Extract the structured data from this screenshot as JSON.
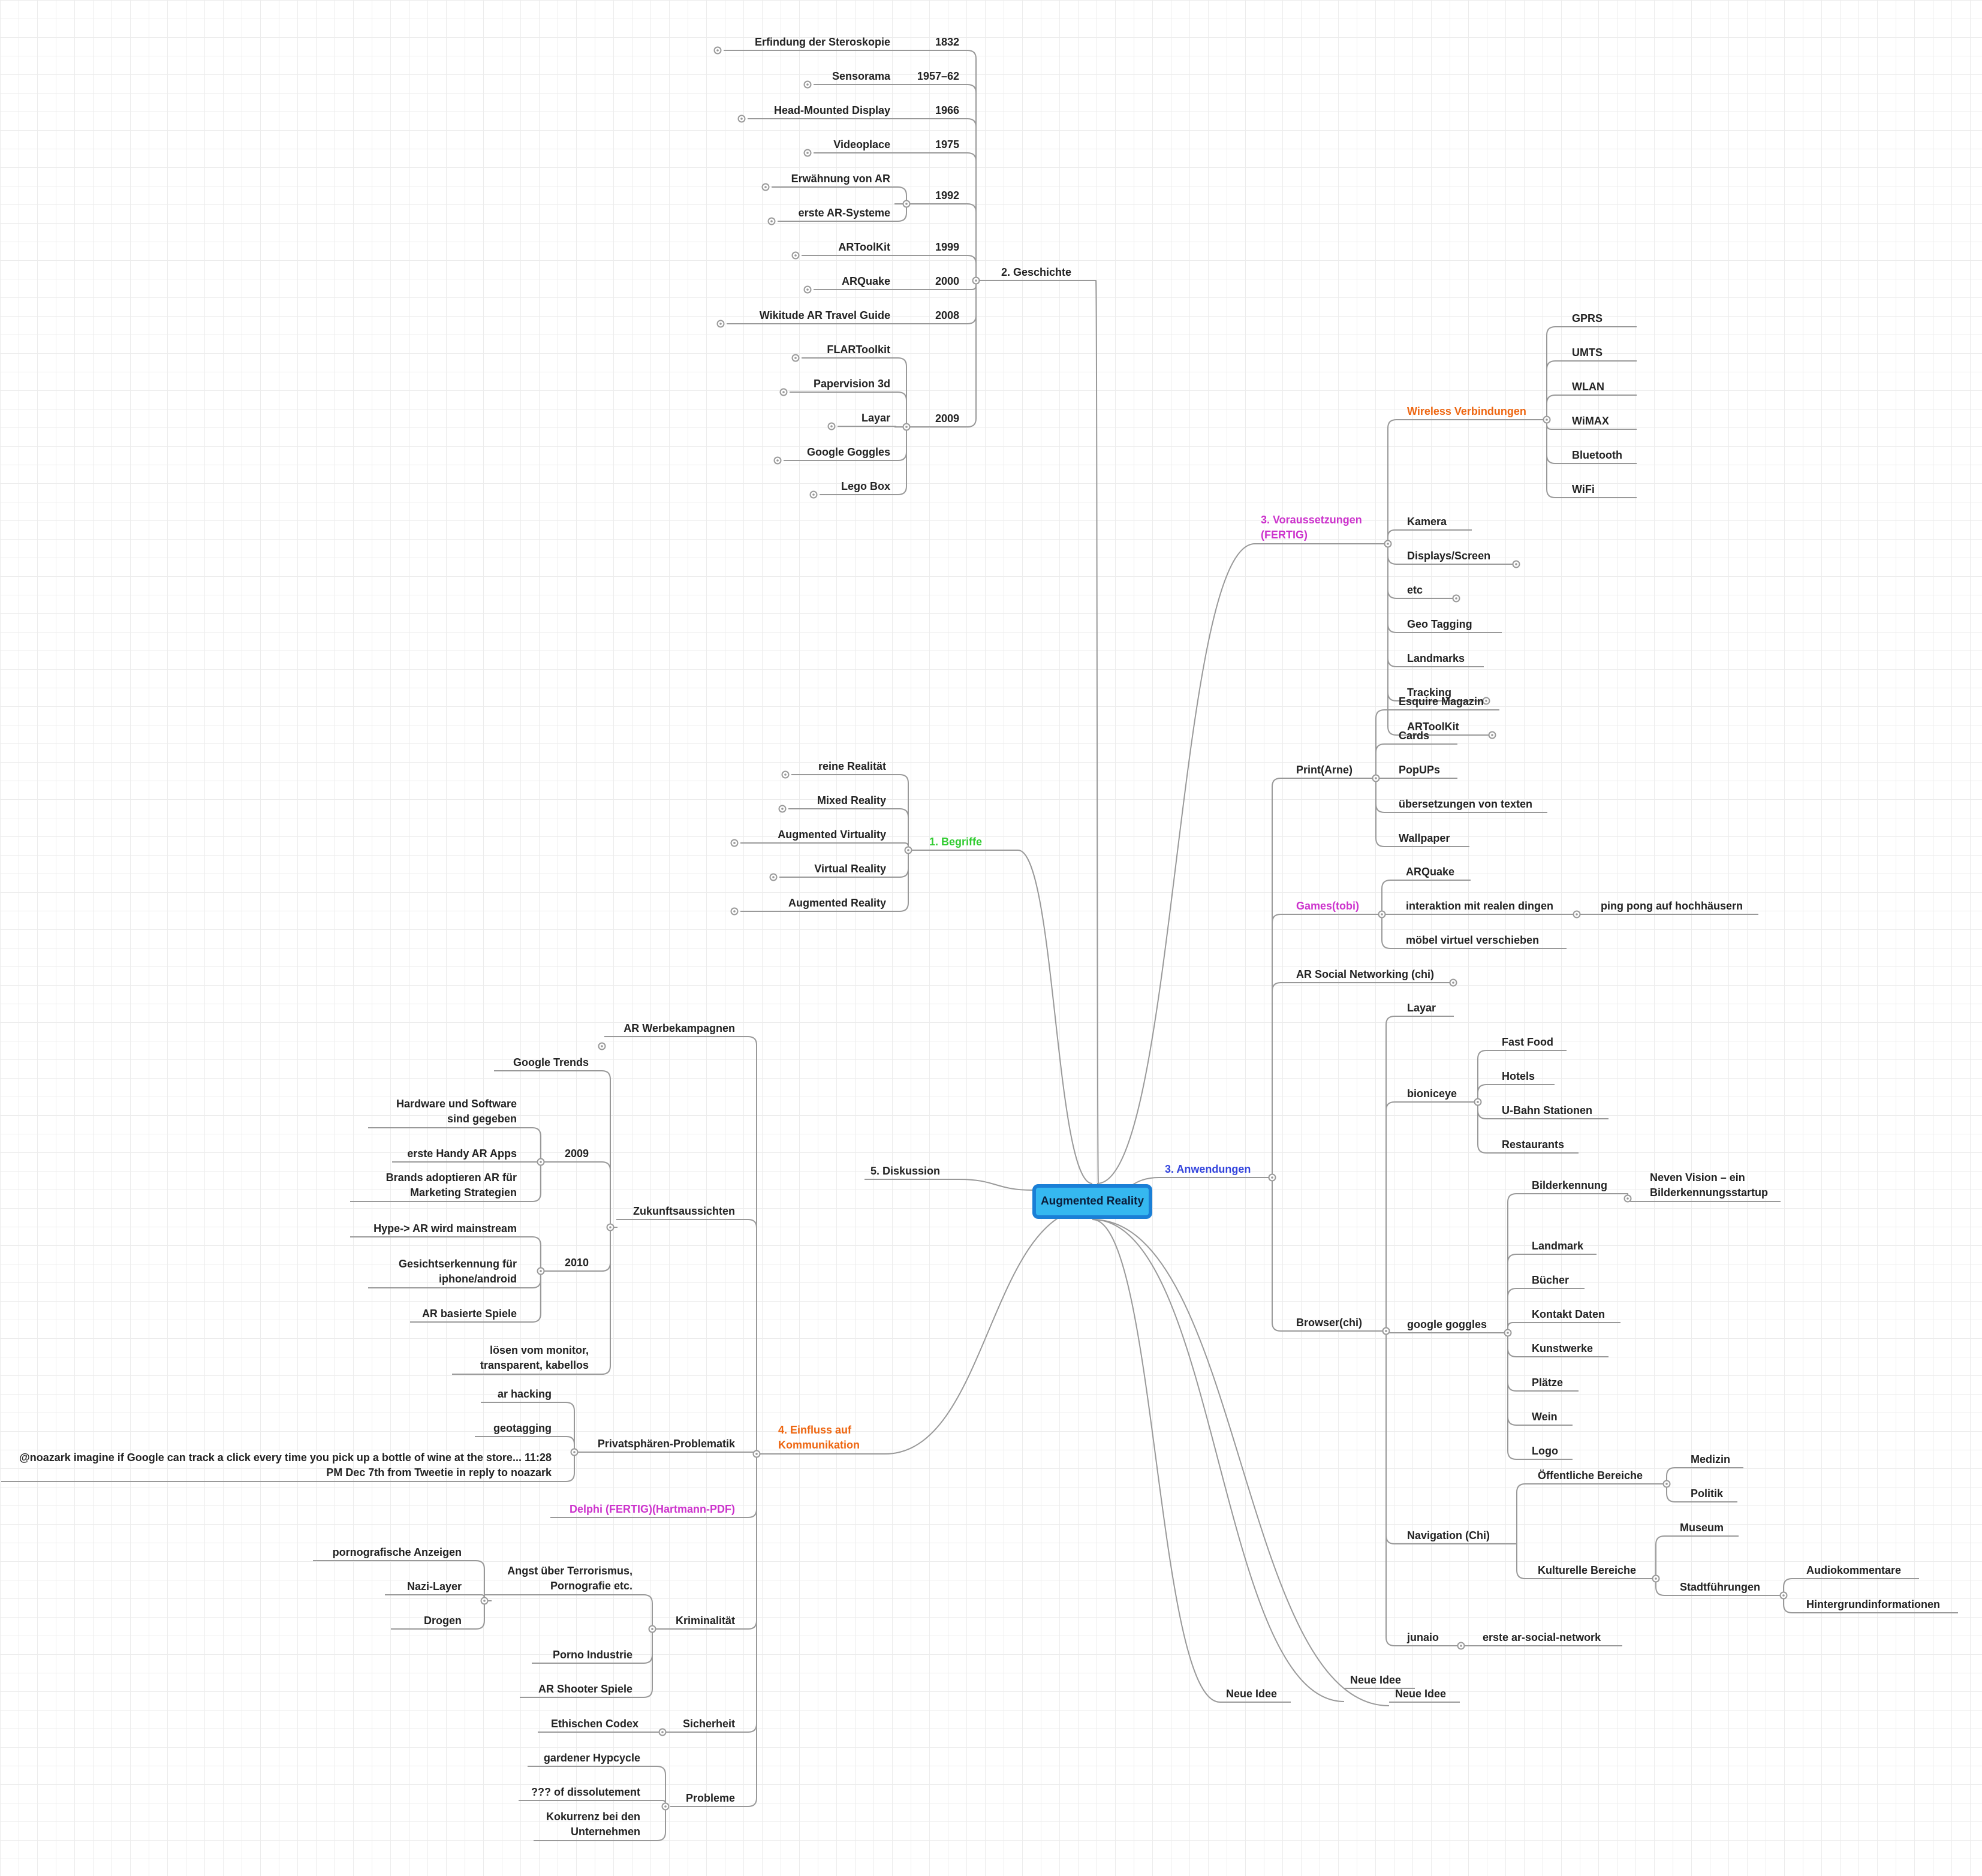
{
  "root": {
    "label": "Augmented Reality"
  },
  "colors": {
    "line": "#999999",
    "text": "#222222",
    "green": "#33cc33",
    "magenta": "#cc33cc",
    "blue": "#3344dd",
    "orange": "#ee6611",
    "root_fill": "#35b8f0",
    "root_border": "#1a7fd6"
  },
  "topics": [
    {
      "label": "1. Begriffe",
      "color": "green",
      "children": [
        {
          "label": "reine Realität"
        },
        {
          "label": "Mixed Reality"
        },
        {
          "label": "Augmented Virtuality"
        },
        {
          "label": "Virtual Reality"
        },
        {
          "label": "Augmented Reality"
        }
      ]
    },
    {
      "label": "2. Geschichte",
      "children": [
        {
          "label": "1832",
          "children": [
            {
              "label": "Erfindung der Steroskopie"
            }
          ]
        },
        {
          "label": "1957–62",
          "children": [
            {
              "label": "Sensorama"
            }
          ]
        },
        {
          "label": "1966",
          "children": [
            {
              "label": "Head-Mounted Display"
            }
          ]
        },
        {
          "label": "1975",
          "children": [
            {
              "label": "Videoplace"
            }
          ]
        },
        {
          "label": "1992",
          "children": [
            {
              "label": "Erwähnung von AR"
            },
            {
              "label": "erste AR-Systeme"
            }
          ]
        },
        {
          "label": "1999",
          "children": [
            {
              "label": "ARToolKit"
            }
          ]
        },
        {
          "label": "2000",
          "children": [
            {
              "label": "ARQuake"
            }
          ]
        },
        {
          "label": "2008",
          "children": [
            {
              "label": "Wikitude AR Travel Guide"
            }
          ]
        },
        {
          "label": "2009",
          "children": [
            {
              "label": "FLARToolkit"
            },
            {
              "label": "Papervision 3d"
            },
            {
              "label": "Layar"
            },
            {
              "label": "Google Goggles"
            },
            {
              "label": "Lego Box"
            }
          ]
        }
      ]
    },
    {
      "label": "3. Voraussetzungen (FERTIG)",
      "color": "magenta",
      "children": [
        {
          "label": "Wireless Verbindungen",
          "color": "orange",
          "children": [
            {
              "label": "GPRS"
            },
            {
              "label": "UMTS"
            },
            {
              "label": "WLAN"
            },
            {
              "label": "WiMAX"
            },
            {
              "label": "Bluetooth"
            },
            {
              "label": "WiFi"
            }
          ]
        },
        {
          "label": "Kamera"
        },
        {
          "label": "Displays/Screen"
        },
        {
          "label": "etc"
        },
        {
          "label": "Geo Tagging"
        },
        {
          "label": "Landmarks"
        },
        {
          "label": "Tracking"
        },
        {
          "label": "ARToolKit"
        }
      ]
    },
    {
      "label": "3. Anwendungen",
      "color": "blue",
      "children": [
        {
          "label": "Print(Arne)",
          "children": [
            {
              "label": "Esquire Magazin"
            },
            {
              "label": "Cards"
            },
            {
              "label": "PopUPs"
            },
            {
              "label": "übersetzungen von texten"
            },
            {
              "label": "Wallpaper"
            }
          ]
        },
        {
          "label": "Games(tobi)",
          "color": "magenta",
          "children": [
            {
              "label": "ARQuake"
            },
            {
              "label": "interaktion mit realen dingen",
              "children": [
                {
                  "label": "ping pong auf hochhäusern"
                }
              ]
            },
            {
              "label": "möbel virtuel verschieben"
            }
          ]
        },
        {
          "label": "AR Social Networking (chi)"
        },
        {
          "label": "Browser(chi)",
          "children": [
            {
              "label": "Layar"
            },
            {
              "label": "bioniceye",
              "children": [
                {
                  "label": "Fast Food"
                },
                {
                  "label": "Hotels"
                },
                {
                  "label": "U-Bahn Stationen"
                },
                {
                  "label": "Restaurants"
                }
              ]
            },
            {
              "label": "google goggles",
              "children": [
                {
                  "label": "Bilderkennung",
                  "children": [
                    {
                      "label": "Neven Vision – ein Bilderkennungsstartup"
                    }
                  ]
                },
                {
                  "label": "Landmark"
                },
                {
                  "label": "Bücher"
                },
                {
                  "label": "Kontakt Daten"
                },
                {
                  "label": "Kunstwerke"
                },
                {
                  "label": "Plätze"
                },
                {
                  "label": "Wein"
                },
                {
                  "label": "Logo"
                }
              ]
            },
            {
              "label": "Navigation (Chi)",
              "children": [
                {
                  "label": "Öffentliche Bereiche",
                  "children": [
                    {
                      "label": "Medizin"
                    },
                    {
                      "label": "Politik"
                    }
                  ]
                },
                {
                  "label": "Kulturelle Bereiche",
                  "children": [
                    {
                      "label": "Museum"
                    },
                    {
                      "label": "Stadtführungen",
                      "children": [
                        {
                          "label": "Audiokommentare"
                        },
                        {
                          "label": "Hintergrundinformationen"
                        }
                      ]
                    }
                  ]
                }
              ]
            },
            {
              "label": "junaio",
              "children": [
                {
                  "label": "erste ar-social-network"
                }
              ]
            }
          ]
        }
      ]
    },
    {
      "label": "4. Einfluss auf Kommunikation",
      "color": "orange",
      "children": [
        {
          "label": "AR Werbekampagnen"
        },
        {
          "label": "Zukunftsaussichten",
          "children": [
            {
              "label": "Google Trends"
            },
            {
              "label": "2009",
              "children": [
                {
                  "label": "Hardware und Software sind gegeben"
                },
                {
                  "label": "erste Handy AR Apps"
                },
                {
                  "label": "Brands adoptieren AR für Marketing Strategien"
                }
              ]
            },
            {
              "label": "2010",
              "children": [
                {
                  "label": "Hype-> AR wird mainstream"
                },
                {
                  "label": "Gesichtserkennung für iphone/android"
                },
                {
                  "label": "AR basierte Spiele"
                }
              ]
            },
            {
              "label": "lösen vom monitor, transparent, kabellos"
            }
          ]
        },
        {
          "label": "Privatsphären-Problematik",
          "children": [
            {
              "label": "ar hacking"
            },
            {
              "label": "geotagging"
            },
            {
              "label": "@noazark imagine if Google can track a click every time you pick up a bottle of wine at the store... 11:28 PM Dec 7th from Tweetie in reply to noazark"
            }
          ]
        },
        {
          "label": "Delphi (FERTIG)(Hartmann-PDF)",
          "color": "magenta"
        },
        {
          "label": "Kriminalität",
          "children": [
            {
              "label": "Angst über Terrorismus, Pornografie etc.",
              "children": [
                {
                  "label": "pornografische Anzeigen"
                },
                {
                  "label": "Nazi-Layer"
                },
                {
                  "label": "Drogen"
                }
              ]
            },
            {
              "label": "Porno Industrie"
            },
            {
              "label": "AR Shooter Spiele"
            }
          ]
        },
        {
          "label": "Sicherheit",
          "children": [
            {
              "label": "Ethischen Codex"
            }
          ]
        },
        {
          "label": "Probleme",
          "children": [
            {
              "label": "gardener Hypcycle"
            },
            {
              "label": "??? of dissolutement"
            },
            {
              "label": "Kokurrenz bei den Unternehmen"
            }
          ]
        }
      ]
    },
    {
      "label": "5. Diskussion"
    },
    {
      "label": "Neue Idee"
    },
    {
      "label": "Neue Idee"
    },
    {
      "label": "Neue Idee"
    }
  ]
}
